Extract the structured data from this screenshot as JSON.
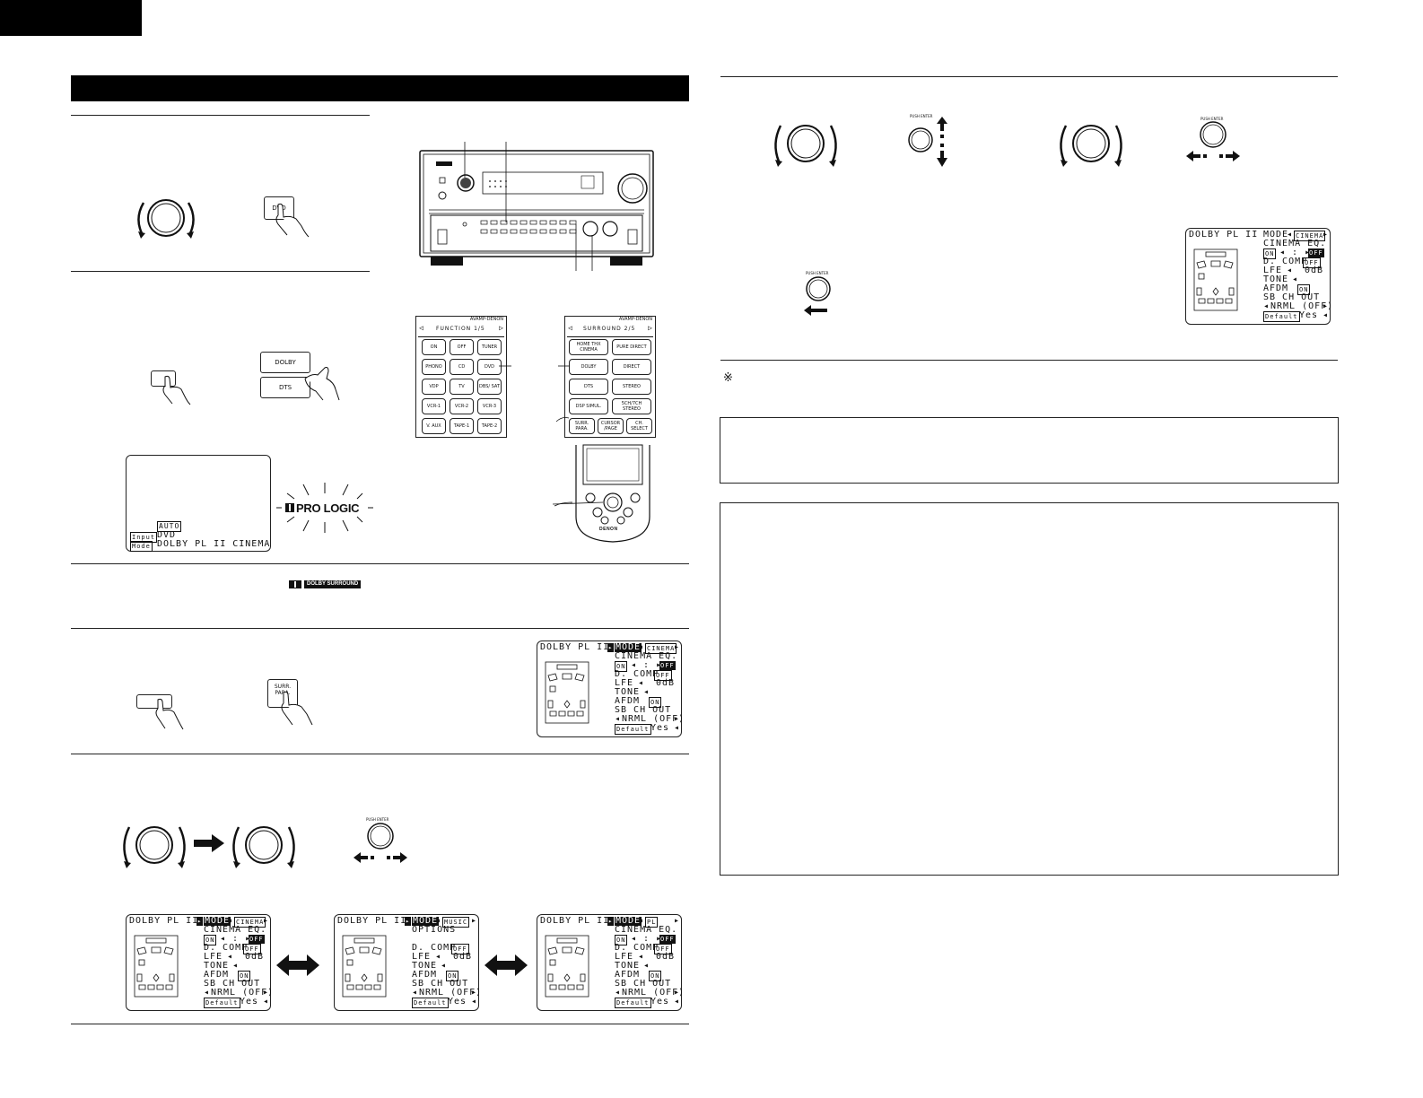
{
  "buttons": {
    "dvd": "DVD",
    "dolby": "DOLBY",
    "dts": "DTS",
    "surr_para": "SURR.\nPARA."
  },
  "logos": {
    "pro_logic": "PRO LOGIC",
    "dolby_surround": "DOLBY SURROUND"
  },
  "status_display": {
    "auto": "AUTO",
    "input_label": "Input",
    "input_value": "DVD",
    "mode_label": "Mode",
    "mode_value": "DOLBY PL II CINEMA"
  },
  "remote_function": {
    "brand": "AVAMP-DENON",
    "title": "FUNCTION 1/5",
    "keys": [
      "ON",
      "OFF",
      "TUNER",
      "PHONO",
      "CD",
      "DVD",
      "VDP",
      "TV",
      "DBS/ SAT",
      "VCR-1",
      "VCR-2",
      "VCR-3",
      "V. AUX",
      "TAPE-1",
      "TAPE-2"
    ]
  },
  "remote_surround": {
    "brand": "AVAMP-DENON",
    "title": "SURROUND 2/5",
    "keys": [
      "HOME THX CINEMA",
      "PURE DIRECT",
      "DOLBY",
      "DIRECT",
      "DTS",
      "STEREO",
      "DSP SIMUL.",
      "5CH/7CH STEREO",
      "SURR. PARA.",
      "CURSOR /PAGE",
      "CH. SELECT"
    ]
  },
  "remote_brand": "DENON",
  "knob_label": "PUSH ENTER",
  "osd": {
    "title": "DOLBY PL II",
    "mode": "MODE",
    "cinema": "CINEMA",
    "music": "MUSIC",
    "pl": "PL",
    "cinema_eq": "CINEMA EQ.",
    "on": "ON",
    "off": "OFF",
    "options": "OPTIONS",
    "d_comp": "D. COMP",
    "lfe": "LFE",
    "lfe_val": "0dB",
    "tone": "TONE",
    "afdm": "AFDM",
    "sb_ch_out": "SB CH OUT",
    "nrml_off": "NRML (OFF)",
    "default": "Default",
    "yes": "Yes"
  },
  "note_mark": "※"
}
